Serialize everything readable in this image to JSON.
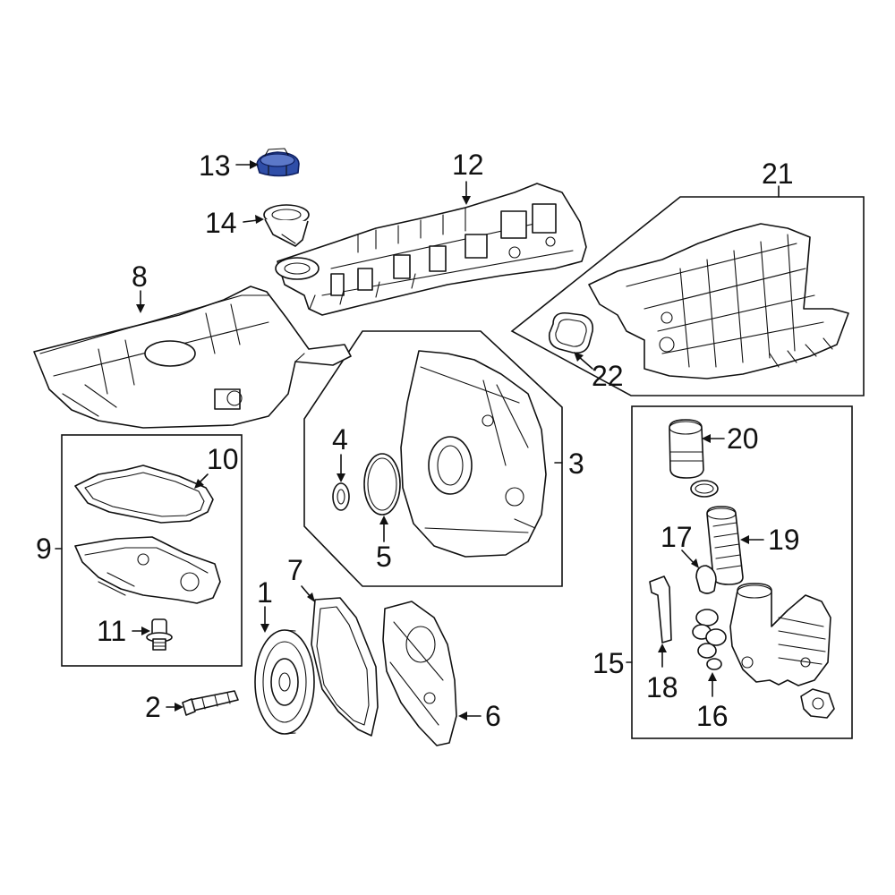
{
  "highlight_color": "#2f4ea8",
  "callouts": [
    "1",
    "2",
    "3",
    "4",
    "5",
    "6",
    "7",
    "8",
    "9",
    "10",
    "11",
    "12",
    "13",
    "14",
    "15",
    "16",
    "17",
    "18",
    "19",
    "20",
    "21",
    "22"
  ],
  "highlighted_callout": "13"
}
